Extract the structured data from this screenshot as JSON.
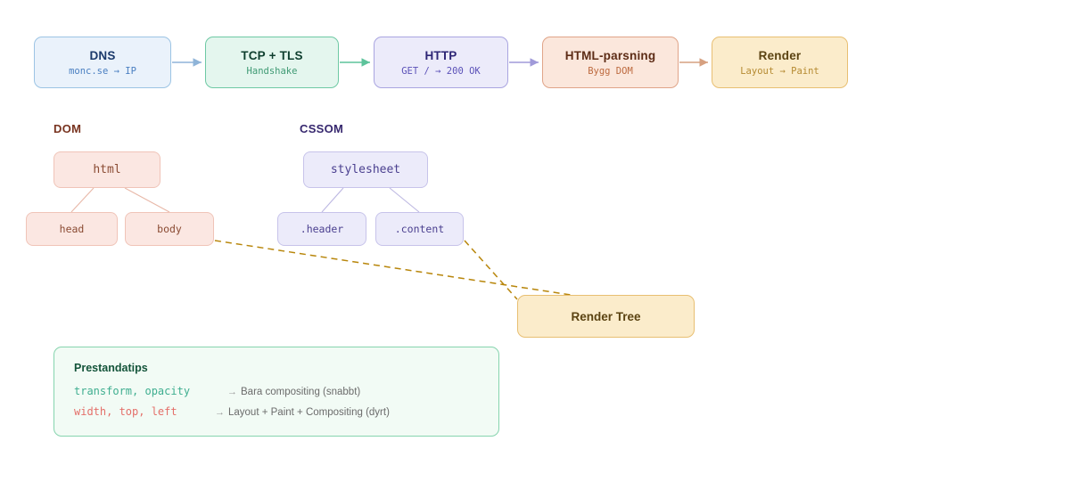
{
  "pipeline": {
    "steps": [
      {
        "id": "dns",
        "title": "DNS",
        "sub": "monc.se → IP",
        "color": "#eaf2fb"
      },
      {
        "id": "tcp",
        "title": "TCP + TLS",
        "sub": "Handshake",
        "color": "#e4f6ee"
      },
      {
        "id": "http",
        "title": "HTTP",
        "sub": "GET / → 200 OK",
        "color": "#ecebfa"
      },
      {
        "id": "htmlp",
        "title": "HTML-parsning",
        "sub": "Bygg DOM",
        "color": "#fbe7dc"
      },
      {
        "id": "render",
        "title": "Render",
        "sub": "Layout → Paint",
        "color": "#fbeccb"
      }
    ],
    "arrow_colors": [
      "#9cb8d6",
      "#6ec9a4",
      "#a9a4e0",
      "#d6a080"
    ]
  },
  "trees": {
    "dom": {
      "label": "DOM",
      "label_color": "#78331f",
      "root": "html",
      "children": [
        "head",
        "body"
      ]
    },
    "cssom": {
      "label": "CSSOM",
      "label_color": "#36276e",
      "root": "stylesheet",
      "children": [
        ".header",
        ".content"
      ]
    }
  },
  "render_tree": {
    "label": "Render Tree",
    "color": "#fbeccb",
    "border": "#e8bf72",
    "connector_color": "#b8860b",
    "connector_style": "dashed"
  },
  "tips": {
    "title": "Prestandatips",
    "rows": [
      {
        "code": "transform, opacity",
        "arrow": "→",
        "desc": "Bara compositing (snabbt)",
        "code_color": "#3fae90"
      },
      {
        "code": "width, top, left",
        "arrow": "→",
        "desc": "Layout + Paint + Compositing (dyrt)",
        "code_color": "#e4706a"
      }
    ],
    "background": "#f2fbf5",
    "border": "#86d4ae"
  }
}
